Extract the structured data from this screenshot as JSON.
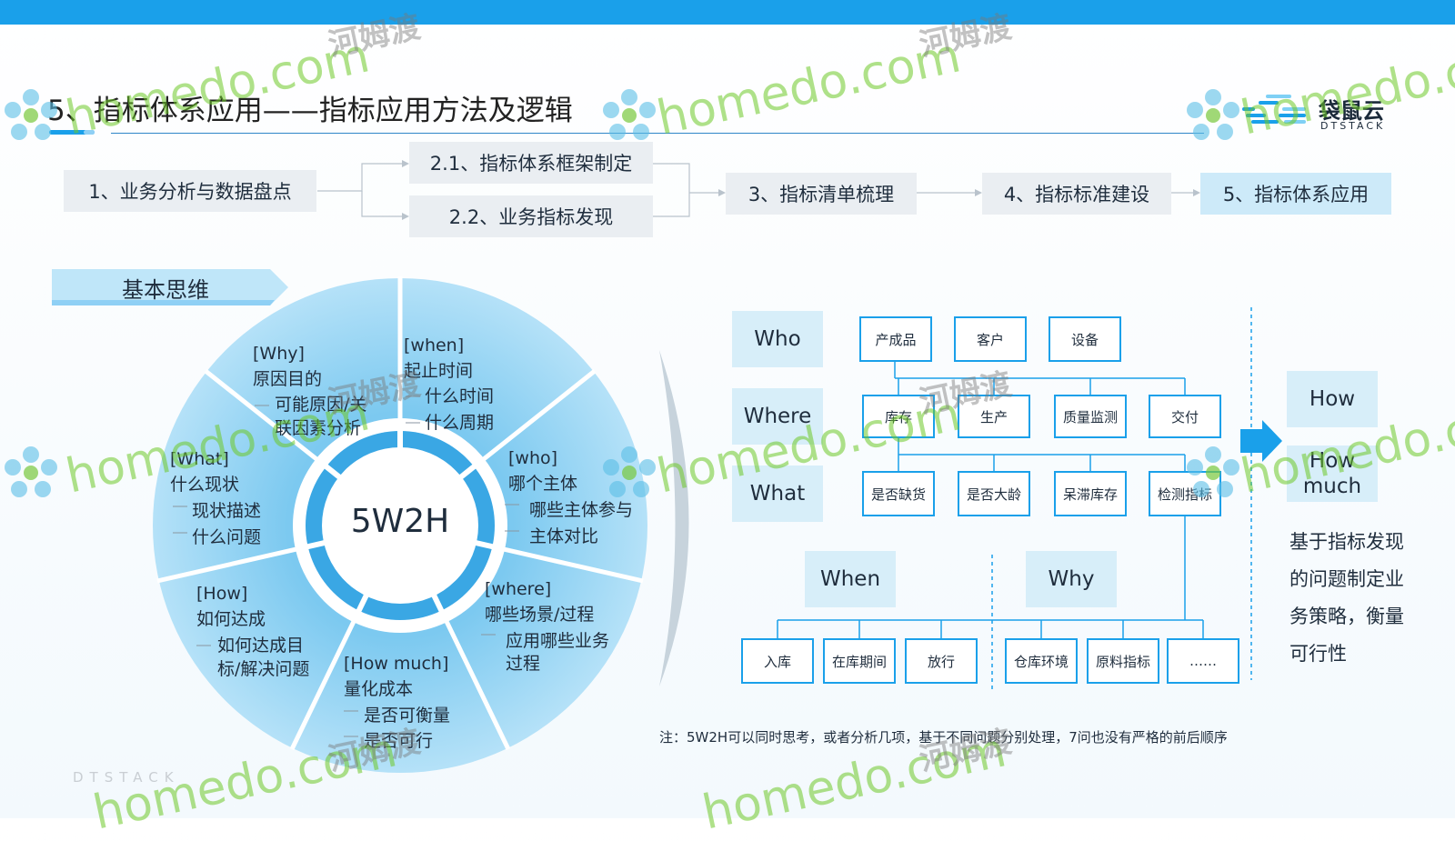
{
  "header": {
    "title": "5、指标体系应用——指标应用方法及逻辑",
    "logo_text": "袋鼠云",
    "logo_sub": "DTSTACK"
  },
  "process": {
    "step1": "1、业务分析与数据盘点",
    "step2_1": "2.1、指标体系框架制定",
    "step2_2": "2.2、业务指标发现",
    "step3": "3、指标清单梳理",
    "step4": "4、指标标准建设",
    "step5": "5、指标体系应用"
  },
  "basic": {
    "label": "基本思维"
  },
  "wheel": {
    "center": "5W2H",
    "why": {
      "head": "[Why]",
      "sub": "原因目的",
      "items": [
        "可能原因/关",
        "联因素分析"
      ]
    },
    "when": {
      "head": "[when]",
      "sub": "起止时间",
      "items": [
        "什么时间",
        "什么周期"
      ]
    },
    "who": {
      "head": "[who]",
      "sub": "哪个主体",
      "items": [
        "哪些主体参与",
        "主体对比"
      ]
    },
    "where": {
      "head": "[where]",
      "sub": "哪些场景/过程",
      "items": [
        "应用哪些业务",
        "过程"
      ]
    },
    "howmuch": {
      "head": "[How much]",
      "sub": "量化成本",
      "items": [
        "是否可衡量",
        "是否可行"
      ]
    },
    "how": {
      "head": "[How]",
      "sub": "如何达成",
      "items": [
        "如何达成目",
        "标/解决问题"
      ]
    },
    "what": {
      "head": "[What]",
      "sub": "什么现状",
      "items": [
        "现状描述",
        "什么问题"
      ]
    }
  },
  "tree": {
    "q_who": "Who",
    "q_where": "Where",
    "q_what": "What",
    "q_when": "When",
    "q_why": "Why",
    "q_how": "How",
    "q_howmuch": "How much",
    "row1": [
      "产成品",
      "客户",
      "设备"
    ],
    "row2": [
      "库存",
      "生产",
      "质量监测",
      "交付"
    ],
    "row3": [
      "是否缺货",
      "是否大龄",
      "呆滞库存",
      "检测指标"
    ],
    "row4": [
      "入库",
      "在库期间",
      "放行",
      "仓库环境",
      "原料指标",
      "……"
    ]
  },
  "side": {
    "text": "基于指标发现的问题制定业务策略，衡量可行性"
  },
  "note": "注：5W2H可以同时思考，或者分析几项，基于不同问题分别处理，7问也没有严格的前后顺序",
  "footer": {
    "brand": "DTSTACK"
  },
  "watermark": {
    "en": "homedo.com",
    "cn": "河姆渡"
  },
  "colors": {
    "accent": "#1aa0ea",
    "wheel_light": "#a9dcf6",
    "wheel_mid": "#76c6ef",
    "box_bg": "#d7eef9"
  }
}
